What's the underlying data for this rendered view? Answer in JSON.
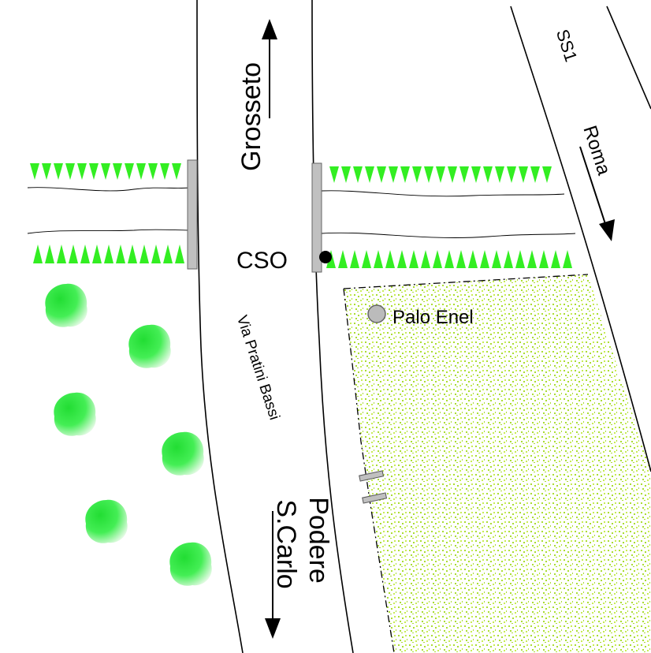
{
  "labels": {
    "road_north": "Grosseto",
    "road_south_line1": "Podere",
    "road_south_line2": "S.Carlo",
    "road_name": "Via Pratini Bassi",
    "highway": "SS1",
    "highway_direction": "Roma",
    "point_cso": "CSO",
    "point_pole": "Palo Enel"
  },
  "icons": {
    "arrow_north": "arrow-up-icon",
    "arrow_south": "arrow-down-icon",
    "arrow_roma": "arrow-southeast-icon"
  },
  "colors": {
    "vegetation": "#33ee22",
    "field_dots": "#aadd33",
    "bridge_rail": "#c0c0c0",
    "pole": "#bbbbbb",
    "cso_marker": "#000000"
  }
}
